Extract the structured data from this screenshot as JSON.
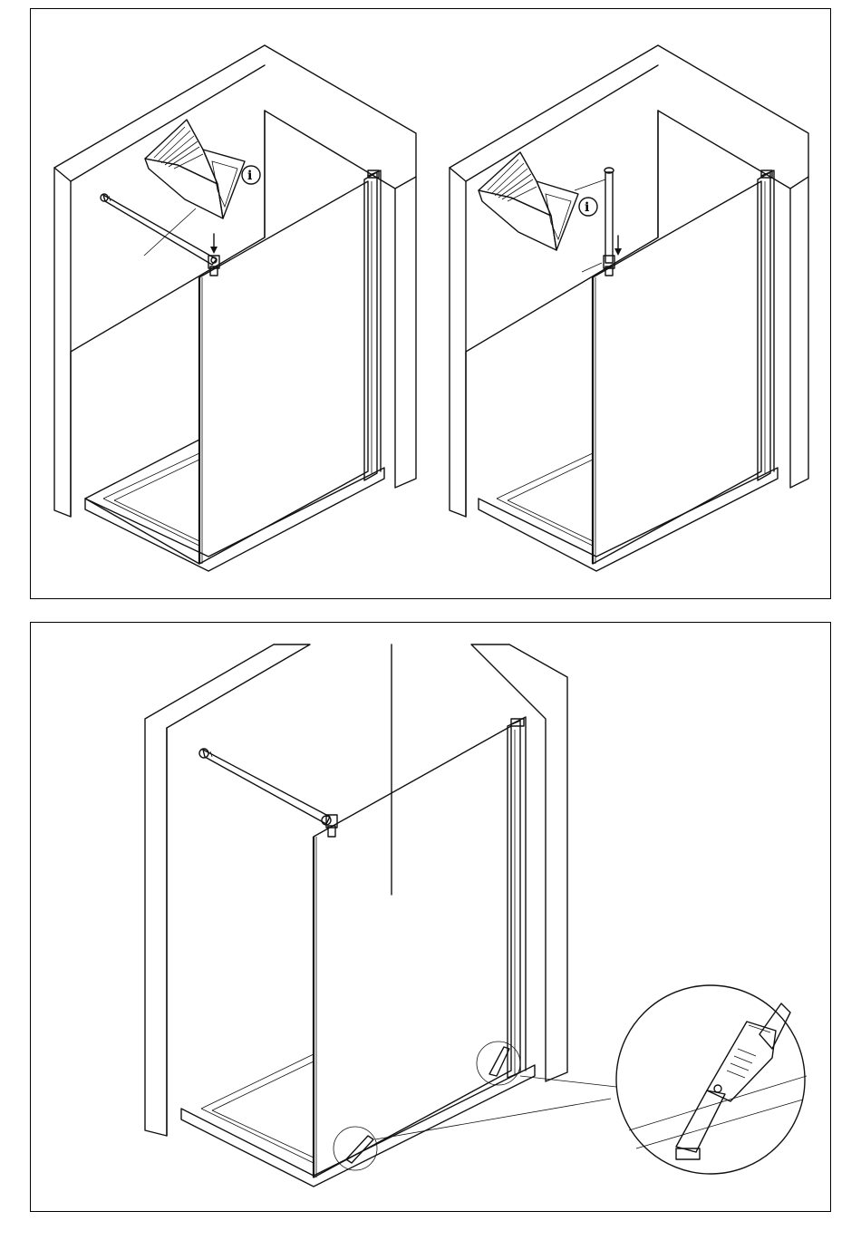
{
  "figure": {
    "panels": [
      {
        "name": "install-wall-bar",
        "info_symbol": "i"
      },
      {
        "name": "install-ceiling-post",
        "info_symbol": "i"
      },
      {
        "name": "trim-base-profile"
      }
    ]
  },
  "icons": [
    "manual-book-icon",
    "info-icon",
    "down-arrow-icon",
    "utility-knife-icon",
    "magnifier-callout"
  ],
  "colors": {
    "line": "#111111",
    "background": "#ffffff"
  }
}
